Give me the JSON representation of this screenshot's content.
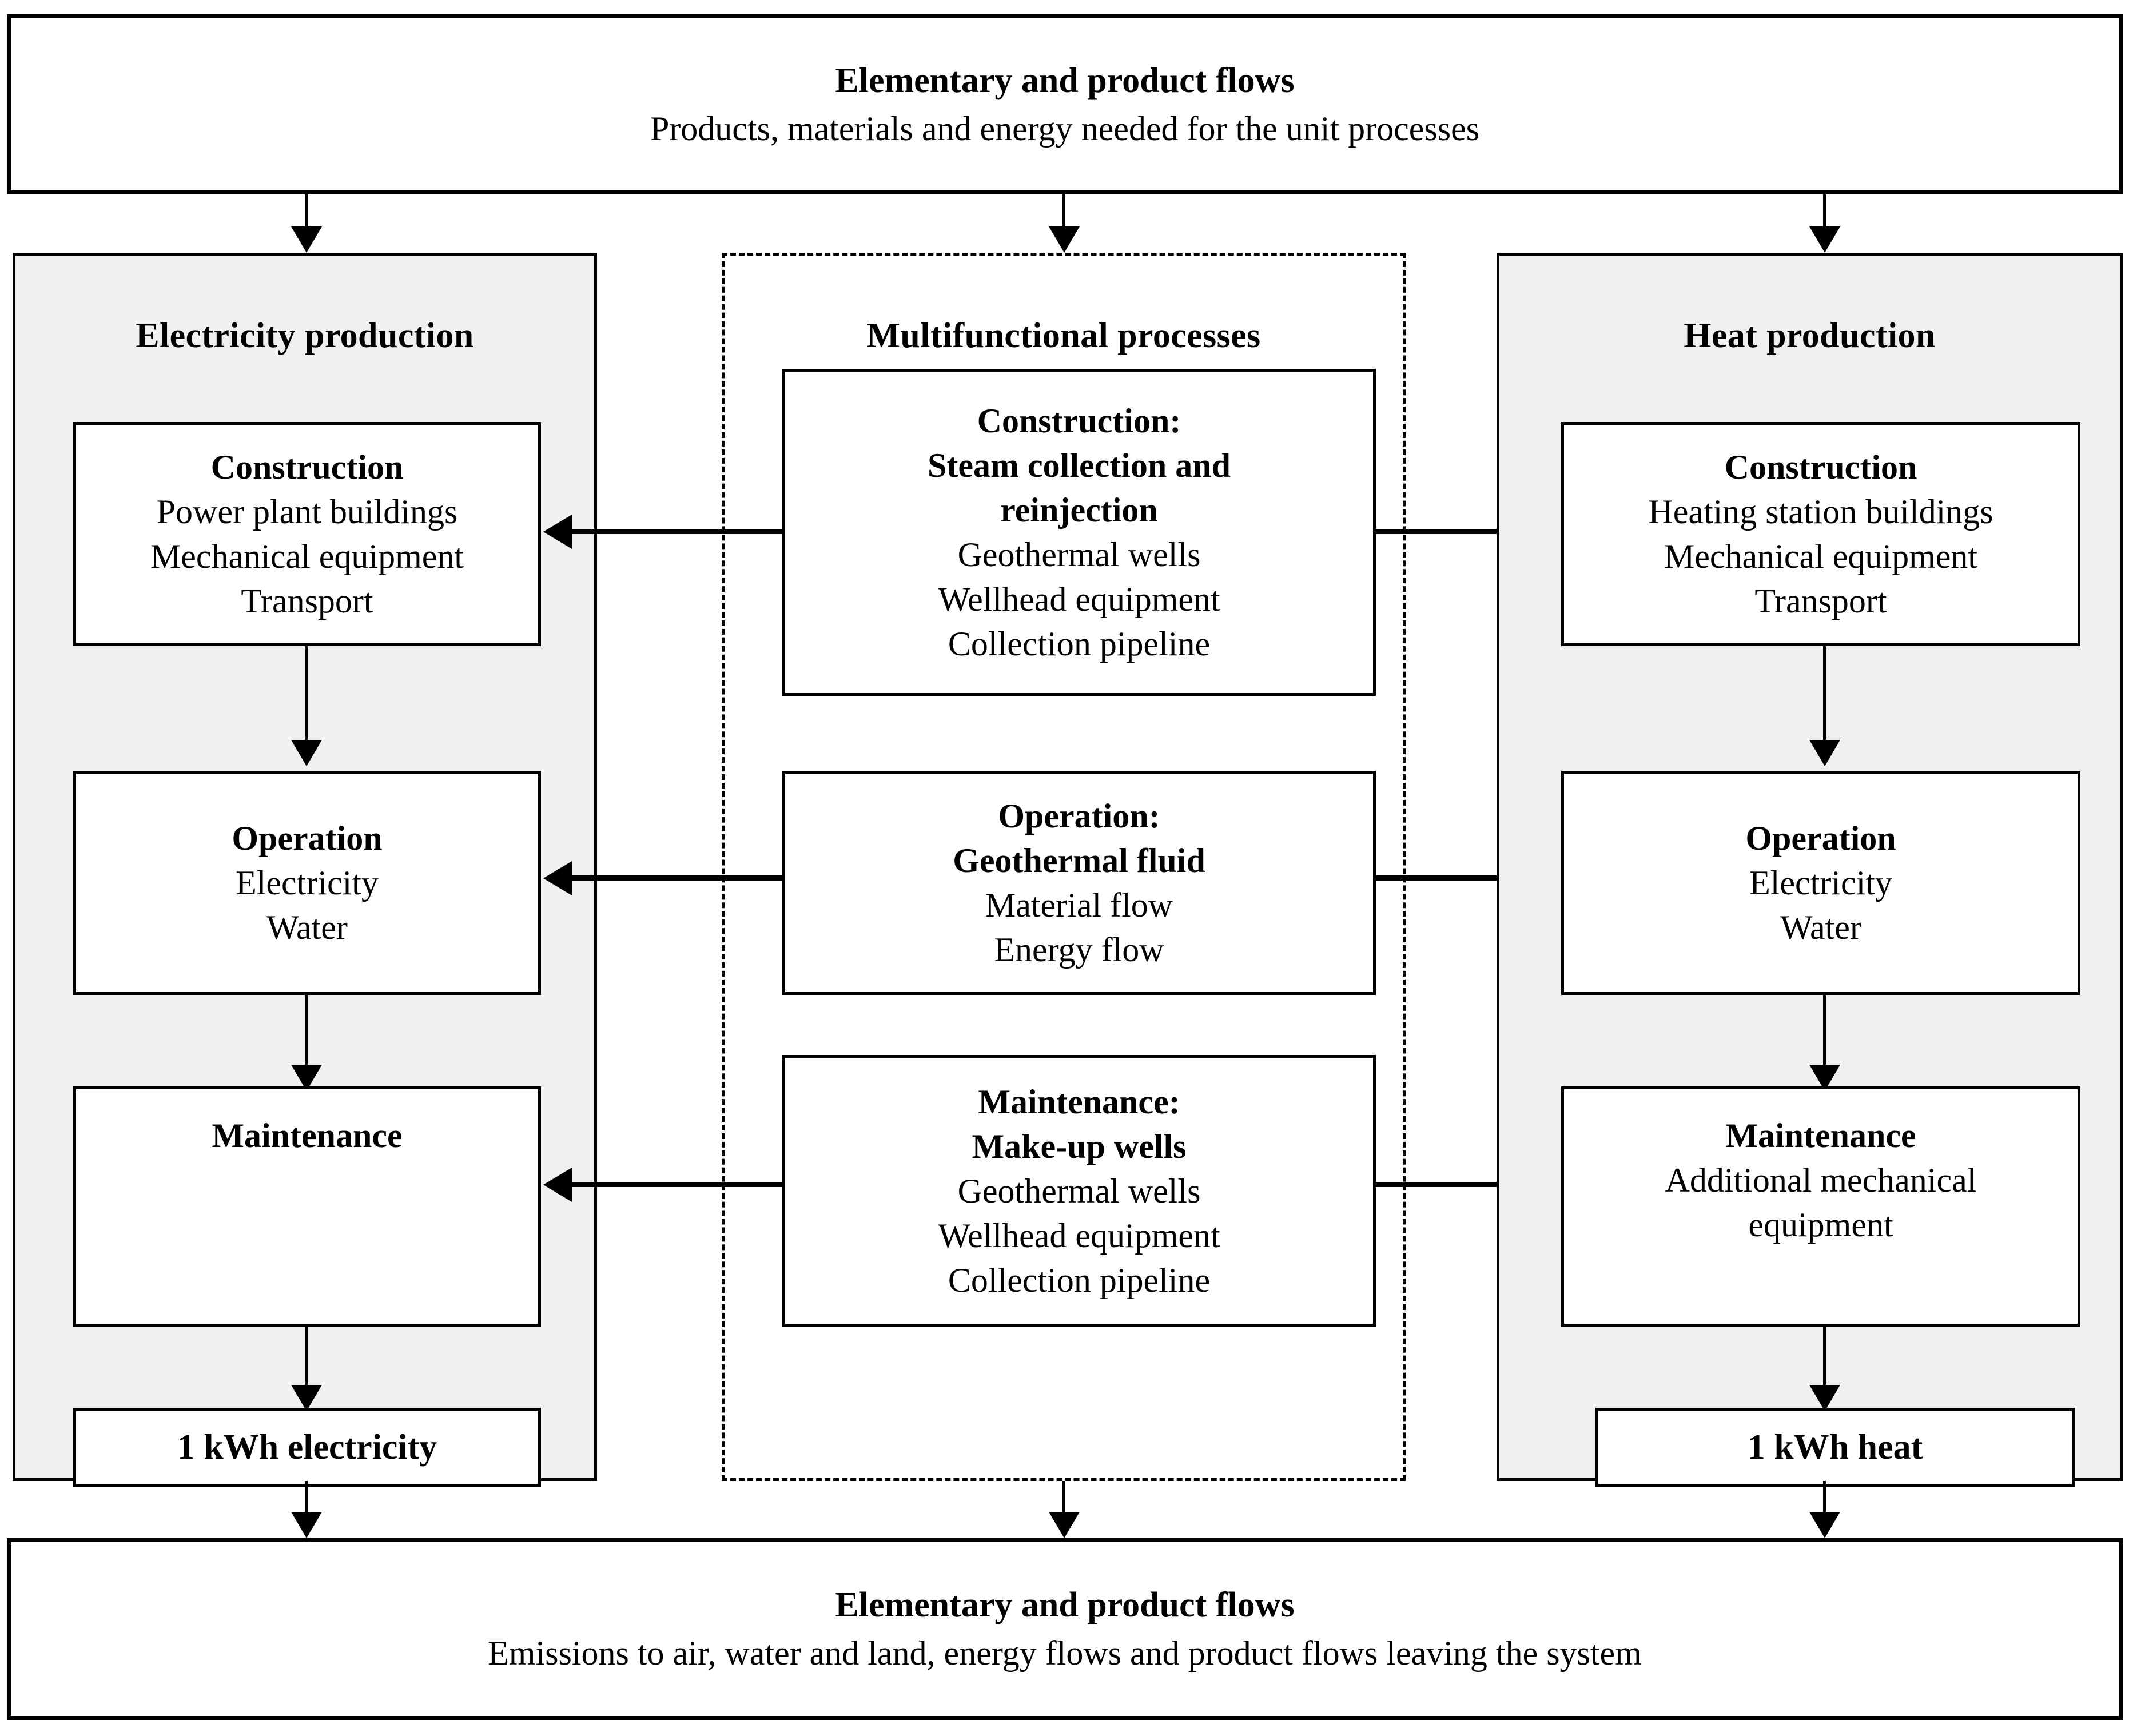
{
  "diagram": {
    "title_top": "Elementary and product flows",
    "subtitle_top": "Products, materials and energy needed for the unit processes",
    "title_bottom": "Elementary and product flows",
    "subtitle_bottom": "Emissions to air, water and land, energy flows and product flows leaving the system",
    "panel_fill_color": "#f0f0f0",
    "line_color": "#000000",
    "background_color": "#ffffff"
  },
  "columns": {
    "left": {
      "title": "Electricity production",
      "boxes": [
        {
          "heading": "Construction",
          "lines": [
            "Power plant buildings",
            "Mechanical equipment",
            "Transport"
          ]
        },
        {
          "heading": "Operation",
          "lines": [
            "Electricity",
            "Water"
          ]
        },
        {
          "heading": "Maintenance",
          "lines": []
        }
      ],
      "output": "1 kWh electricity"
    },
    "middle": {
      "title": "Multifunctional processes",
      "boxes": [
        {
          "heading": "Construction:",
          "subheading": "Steam collection and reinjection",
          "lines": [
            "Geothermal wells",
            "Wellhead equipment",
            "Collection pipeline"
          ]
        },
        {
          "heading": "Operation:",
          "subheading": "Geothermal fluid",
          "lines": [
            "Material flow",
            "Energy flow"
          ]
        },
        {
          "heading": "Maintenance:",
          "subheading": "Make-up wells",
          "lines": [
            "Geothermal wells",
            "Wellhead equipment",
            "Collection pipeline"
          ]
        }
      ]
    },
    "right": {
      "title": "Heat production",
      "boxes": [
        {
          "heading": "Construction",
          "lines": [
            "Heating station buildings",
            "Mechanical equipment",
            "Transport"
          ]
        },
        {
          "heading": "Operation",
          "lines": [
            "Electricity",
            "Water"
          ]
        },
        {
          "heading": "Maintenance",
          "lines": [
            "Additional mechanical equipment"
          ]
        }
      ],
      "output": "1 kWh heat"
    }
  }
}
